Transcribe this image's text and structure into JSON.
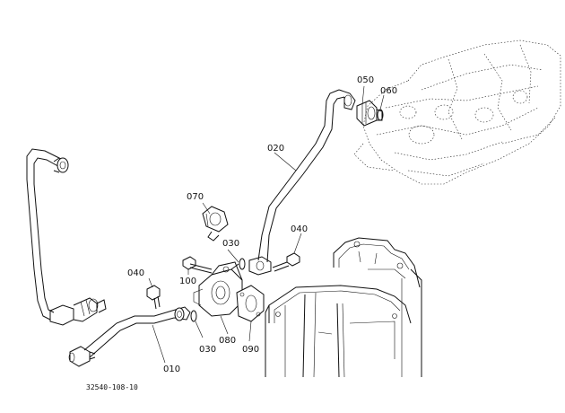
{
  "diagram": {
    "part_labels": {
      "p010": "010",
      "p020": "020",
      "p030a": "030",
      "p030b": "030",
      "p040a": "040",
      "p040b": "040",
      "p050": "050",
      "p060": "060",
      "p070": "070",
      "p080": "080",
      "p090": "090",
      "p100": "100"
    },
    "drawing_code": "32540-108-10"
  }
}
